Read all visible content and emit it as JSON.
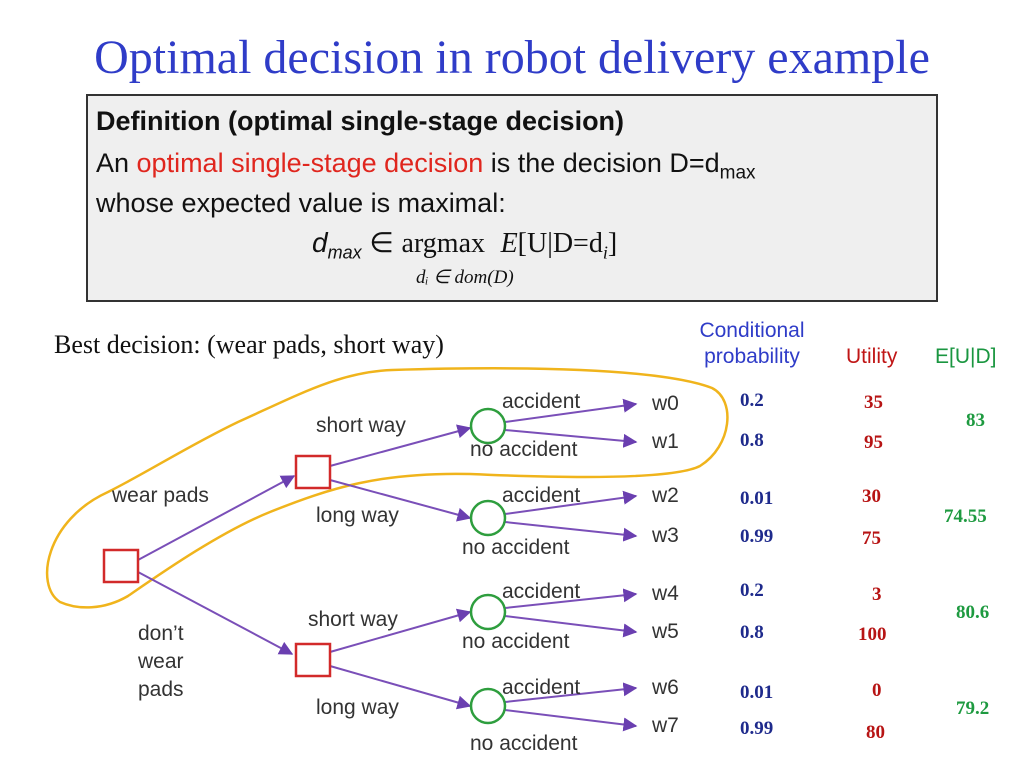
{
  "title": "Optimal decision in robot delivery example",
  "definition": {
    "heading": "Definition (optimal single-stage decision)",
    "line1_pre": "An ",
    "line1_highlight": "optimal single-stage decision",
    "line1_post": " is the decision D=d",
    "line1_sub": "max",
    "line2": "whose expected value is maximal:",
    "formula_d": "d",
    "formula_sub": "max",
    "formula_in": " ∈ ",
    "formula_argmax": "argmax",
    "formula_E": "E",
    "formula_bracket": "[U|D=d",
    "formula_i": "i",
    "formula_close": "]",
    "formula_under": "dᵢ ∈ dom(D)"
  },
  "best_decision": "Best decision: (wear pads, short way)",
  "columns": {
    "prob_line1": "Conditional",
    "prob_line2": "probability",
    "utility": "Utility",
    "eu": "E[U|D]"
  },
  "tree": {
    "wear_pads": "wear pads",
    "dont_l1": "don’t",
    "dont_l2": "wear",
    "dont_l3": "pads",
    "short_way": "short way",
    "long_way": "long way",
    "accident": "accident",
    "no_accident": "no accident",
    "outcomes": [
      "w0",
      "w1",
      "w2",
      "w3",
      "w4",
      "w5",
      "w6",
      "w7"
    ]
  },
  "probabilities": [
    "0.2",
    "0.8",
    "0.01",
    "0.99",
    "0.2",
    "0.8",
    "0.01",
    "0.99"
  ],
  "utilities": [
    "35",
    "95",
    "30",
    "75",
    "3",
    "100",
    "0",
    "80"
  ],
  "expected": [
    "83",
    "74.55",
    "80.6",
    "79.2"
  ],
  "colors": {
    "title": "#2f3cc8",
    "highlight": "#e0261e",
    "decision_node": "#d22a2a",
    "chance_node": "#2e9e3e",
    "edges": "#7a4fb8",
    "selection": "#f0b41c"
  }
}
